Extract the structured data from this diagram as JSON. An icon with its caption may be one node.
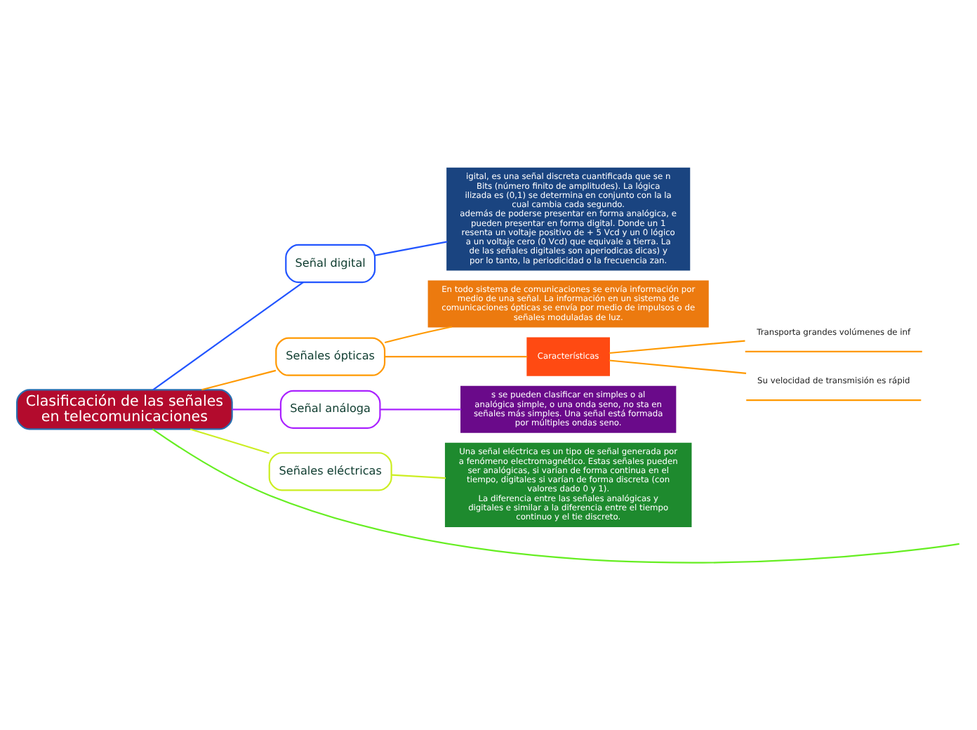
{
  "diagram": {
    "nodes": [
      {
        "text": [
          "Clasificación de las señales en telecomunicaciones"
        ]
      },
      {
        "text": [
          "Señal digital"
        ]
      },
      {
        "text": [
          "igital, es una señal discreta cuantificada que se n Bits (número finito de amplitudes). La lógica ilizada es (0,1) se determina en conjunto con la la cual cambia cada segundo.",
          "además de poderse presentar en forma analógica, e pueden presentar en forma digital. Donde un 1 resenta un voltaje positivo de + 5 Vcd y un 0 lógico a un voltaje cero (0 Vcd) que equivale a tierra. La de las señales digitales son aperiodicas dicas) y por lo tanto, la periodicidad o la frecuencia zan."
        ]
      },
      {
        "text": [
          "Señales ópticas"
        ]
      },
      {
        "text": [
          "En todo sistema de comunicaciones se envía información por medio de una señal. La información en un sistema de comunicaciones ópticas se envía por medio de impulsos o de señales moduladas de luz."
        ]
      },
      {
        "text": [
          "Características"
        ]
      },
      {
        "text": [
          "Transporta grandes volúmenes de inf"
        ]
      },
      {
        "text": [
          "Su velocidad de transmisión es rápid"
        ]
      },
      {
        "text": [
          "Señal análoga"
        ]
      },
      {
        "text": [
          "s se pueden clasificar en simples o al analógica simple, o una onda seno, no sta en señales más simples. Una señal está formada por múltiples ondas seno."
        ]
      },
      {
        "text": [
          "Señales eléctricas"
        ]
      },
      {
        "text": [
          "Una señal eléctrica es un tipo de señal generada por a fenómeno electromagnético. Estas señales pueden ser analógicas, si varían de forma continua en el tiempo, digitales si varían de forma discreta (con valores dado 0 y 1).",
          "La diferencia entre las señales analógicas y digitales e similar a la diferencia entre el tiempo continuo y el tie discreto."
        ]
      }
    ],
    "edges": [
      {
        "from": 0,
        "to": 1,
        "arrow": "none",
        "color": "#2255ff"
      },
      {
        "from": 1,
        "to": 2,
        "arrow": "none",
        "color": "#2255ff"
      },
      {
        "from": 0,
        "to": 3,
        "arrow": "none",
        "color": "#ff9900"
      },
      {
        "from": 3,
        "to": 4,
        "arrow": "none",
        "color": "#ff9900"
      },
      {
        "from": 3,
        "to": 5,
        "arrow": "none",
        "color": "#ff9900"
      },
      {
        "from": 5,
        "to": 6,
        "arrow": "none",
        "color": "#ff9900"
      },
      {
        "from": 5,
        "to": 7,
        "arrow": "none",
        "color": "#ff9900"
      },
      {
        "from": 0,
        "to": 8,
        "arrow": "none",
        "color": "#aa22ff"
      },
      {
        "from": 8,
        "to": 9,
        "arrow": "none",
        "color": "#aa22ff"
      },
      {
        "from": 0,
        "to": 10,
        "arrow": "none",
        "color": "#ccee22"
      },
      {
        "from": 10,
        "to": 11,
        "arrow": "none",
        "color": "#ccee22"
      },
      {
        "from": 0,
        "to": null,
        "arrow": "none",
        "color": "#66ee22"
      }
    ]
  }
}
